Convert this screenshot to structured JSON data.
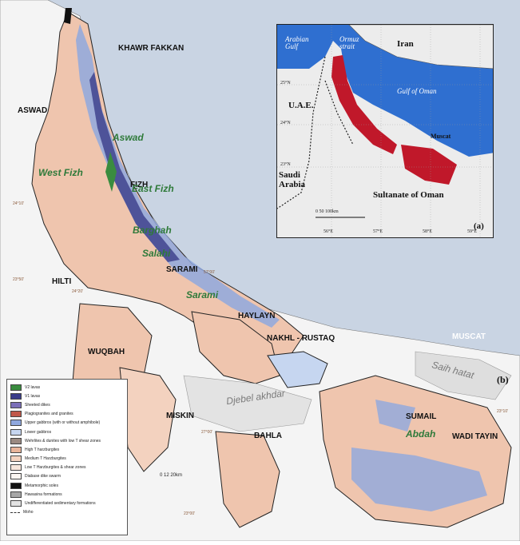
{
  "main_map": {
    "place_labels": [
      {
        "id": "khawr-fakkan",
        "text": "KHAWR FAKKAN"
      },
      {
        "id": "aswad-town",
        "text": "ASWAD"
      },
      {
        "id": "fizh",
        "text": "FIZH"
      },
      {
        "id": "hilti",
        "text": "HILTI"
      },
      {
        "id": "sarami-town",
        "text": "SARAMI"
      },
      {
        "id": "haylayn",
        "text": "HAYLAYN"
      },
      {
        "id": "wuqbah",
        "text": "WUQBAH"
      },
      {
        "id": "nakhl-rustaq",
        "text": "NAKHL - RUSTAQ"
      },
      {
        "id": "miskin",
        "text": "MISKIN"
      },
      {
        "id": "bahla",
        "text": "BAHLA"
      },
      {
        "id": "sumail",
        "text": "SUMAIL"
      },
      {
        "id": "wadi-tayin",
        "text": "WADI TAYIN"
      },
      {
        "id": "muscat",
        "text": "MUSCAT"
      }
    ],
    "site_labels": [
      {
        "id": "aswad-site",
        "text": "Aswad"
      },
      {
        "id": "west-fizh",
        "text": "West Fizh"
      },
      {
        "id": "east-fizh",
        "text": "East Fizh"
      },
      {
        "id": "barghah",
        "text": "Barghah"
      },
      {
        "id": "salahi",
        "text": "Salahi"
      },
      {
        "id": "sarami-site",
        "text": "Sarami"
      },
      {
        "id": "abdah",
        "text": "Abdah"
      }
    ],
    "feature_labels": [
      {
        "id": "saih-hatat",
        "text": "Saih hatat"
      },
      {
        "id": "djebel-akhdar",
        "text": "Djebel akhdar"
      }
    ],
    "coord_labels": [
      "24°10'",
      "24°20'",
      "57°00'",
      "23°50'",
      "27°00'",
      "23°10'",
      "23°00'"
    ],
    "panel_label": "(b)",
    "scale_bar": "0    12    20km"
  },
  "legend": {
    "items": [
      {
        "label": "V2 lavas",
        "color": "#3a8c3f"
      },
      {
        "label": "V1 lavas",
        "color": "#3a3c8a"
      },
      {
        "label": "Sheeted dikes",
        "color": "#7b6fb8"
      },
      {
        "label": "Plagiogranites and granites",
        "color": "#c0584a"
      },
      {
        "label": "Upper gabbros (with or without amphibole)",
        "color": "#8fa8de"
      },
      {
        "label": "Lower gabbros",
        "color": "#c6d6f0"
      },
      {
        "label": "Wehrlites & dunites with low T shear zones",
        "color": "#9a8a82"
      },
      {
        "label": "High T harzburgites",
        "color": "#e8b49a"
      },
      {
        "label": "Medium T Harzburgites",
        "color": "#f3d2bf"
      },
      {
        "label": "Low T Harzburgites & shear zones",
        "color": "#f7e6dc"
      },
      {
        "label": "Diabase dike swarm",
        "color": "#fbf6f2"
      },
      {
        "label": "Metamorphic soles",
        "color": "#111111"
      },
      {
        "label": "Hawasina formations",
        "color": "#a7a7a7"
      },
      {
        "label": "Undifferentiated sedimentary formations",
        "color": "#e3e3e3"
      },
      {
        "label": "Moho",
        "color": "#333333"
      }
    ]
  },
  "inset": {
    "labels": {
      "iran": "Iran",
      "arabian_gulf": "Arabian Gulf",
      "ormuz": "Ormuz strait",
      "gulf_of_oman": "Gulf of Oman",
      "uae": "U.A.E.",
      "muscat": "Muscat",
      "saudi_arabia": "Saudi Arabia",
      "sultanate": "Sultanate of Oman",
      "scale": "0  50 100km",
      "panel": "(a)"
    },
    "lat_labels": [
      "25°N",
      "24°N",
      "23°N"
    ],
    "lon_labels": [
      "56°E",
      "57°E",
      "58°E",
      "59°E"
    ]
  },
  "colors": {
    "sea": "#c9d4e3",
    "land": "#f4f4f4",
    "inset_sea": "#2f6fd0",
    "inset_ophiolite": "#c0182a"
  }
}
